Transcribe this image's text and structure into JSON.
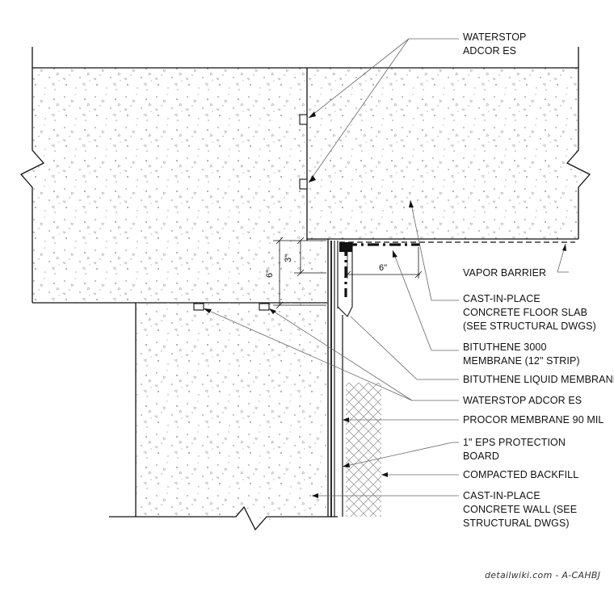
{
  "labels": {
    "waterstop_top_line1": "WATERSTOP",
    "waterstop_top_line2": "ADCOR ES",
    "vapor_barrier": "VAPOR BARRIER",
    "floor_slab_line1": "CAST-IN-PLACE",
    "floor_slab_line2": "CONCRETE FLOOR SLAB",
    "floor_slab_line3": "(SEE STRUCTURAL DWGS)",
    "bituthene_line1": "BITUTHENE 3000",
    "bituthene_line2": "MEMBRANE (12\" STRIP)",
    "liquid_membrane": "BITUTHENE LIQUID MEMBRANE",
    "waterstop_bottom": "WATERSTOP ADCOR ES",
    "procor": "PROCOR MEMBRANE 90 MIL",
    "eps_line1": "1\" EPS PROTECTION",
    "eps_line2": "BOARD",
    "backfill": "COMPACTED BACKFILL",
    "wall_line1": "CAST-IN-PLACE",
    "wall_line2": "CONCRETE WALL (SEE",
    "wall_line3": "STRUCTURAL DWGS)"
  },
  "dimensions": {
    "three_inch": "3\"",
    "six_inch_vertical": "6\"",
    "six_inch_horizontal": "6\""
  },
  "credit": "detailwiki.com - A-CAHBJ",
  "colors": {
    "line": "#111111",
    "stipple": "#9a9a9a",
    "dashed_membrane": "#111111"
  }
}
